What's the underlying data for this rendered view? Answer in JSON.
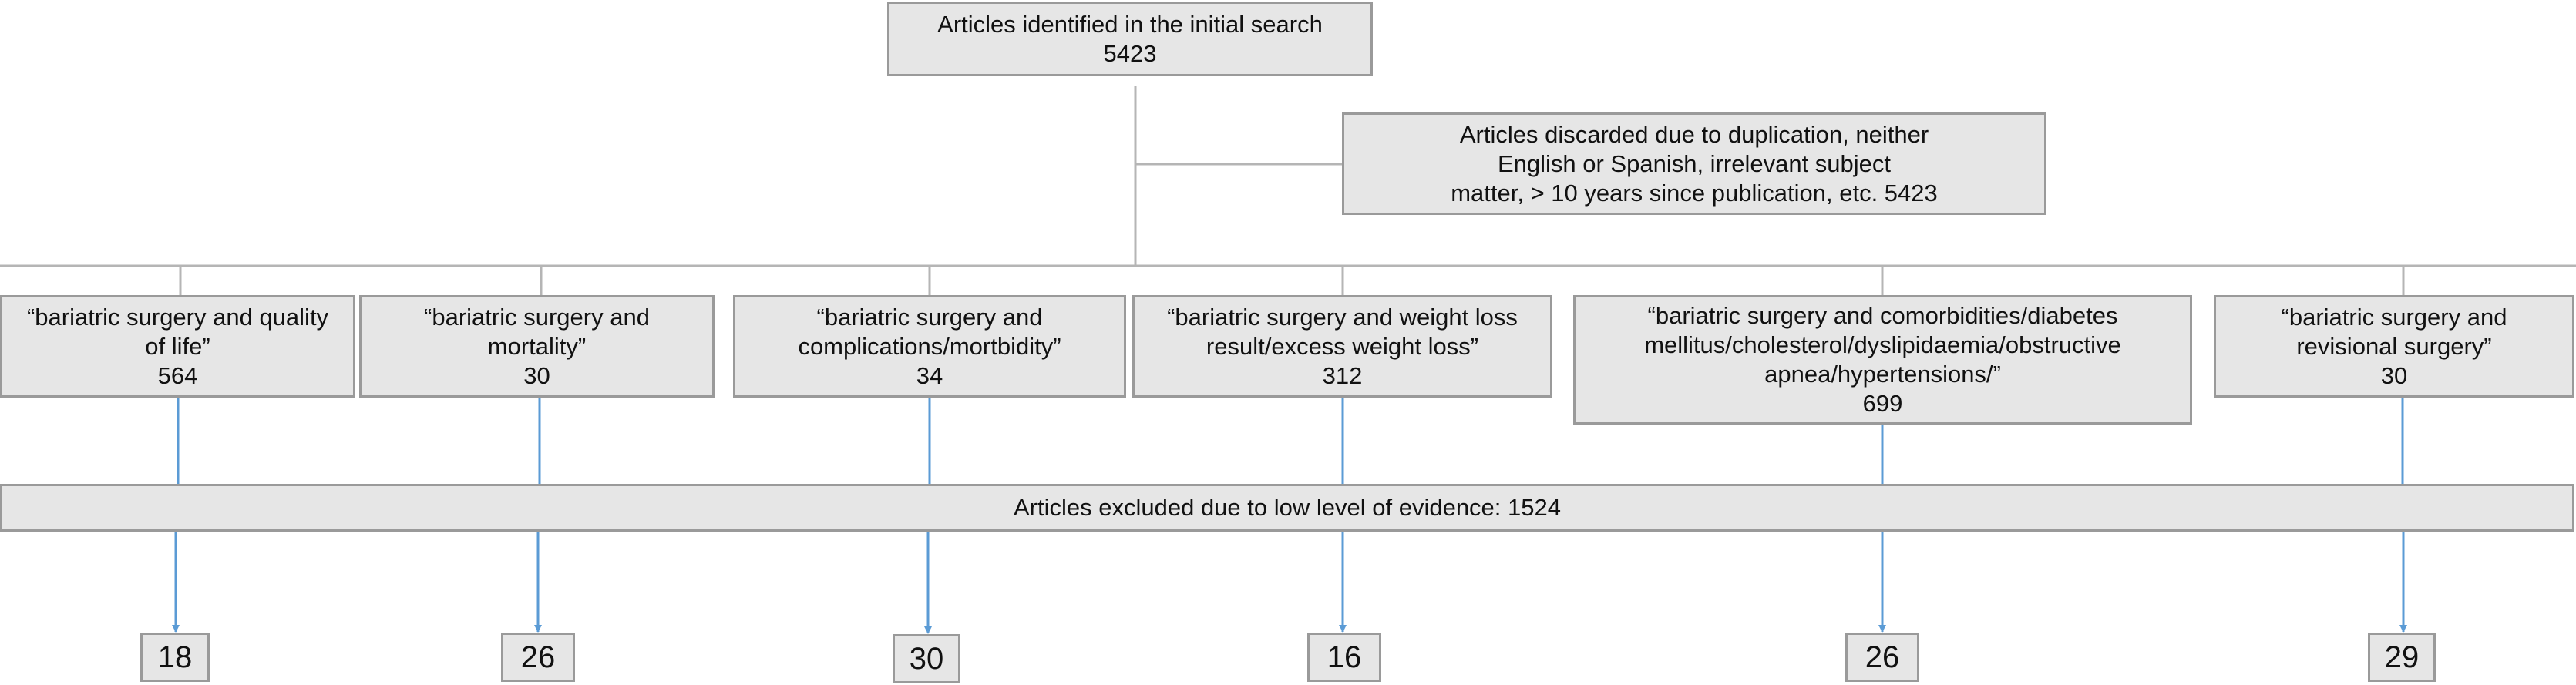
{
  "initial_search": {
    "title": "Articles identified in the initial search",
    "count": "5423"
  },
  "discarded": {
    "lines": [
      "Articles discarded due to duplication, neither",
      "English or Spanish, irrelevant subject",
      "matter, > 10 years since publication, etc.  5423"
    ]
  },
  "categories": [
    {
      "lines": [
        "“bariatric surgery and quality",
        "of life”"
      ],
      "count": "564",
      "result": "18"
    },
    {
      "lines": [
        "“bariatric surgery and",
        "mortality”"
      ],
      "count": "30",
      "result": "26"
    },
    {
      "lines": [
        "“bariatric surgery and",
        "complications/mortbidity”"
      ],
      "count": "34",
      "result": "30"
    },
    {
      "lines": [
        "“bariatric surgery and weight loss",
        "result/excess weight loss”"
      ],
      "count": "312",
      "result": "16"
    },
    {
      "lines": [
        "“bariatric surgery and comorbidities/diabetes",
        "mellitus/cholesterol/dyslipidaemia/obstructive",
        "apnea/hypertensions/”"
      ],
      "count": "699",
      "result": "26"
    },
    {
      "lines": [
        "“bariatric surgery and",
        "revisional surgery”"
      ],
      "count": "30",
      "result": "29"
    }
  ],
  "excluded": {
    "text": "Articles excluded due to low level of evidence: 1524"
  },
  "colors": {
    "box_fill": "#e6e6e6",
    "box_border": "#9a9a9a",
    "arrow": "#5b9bd5"
  }
}
